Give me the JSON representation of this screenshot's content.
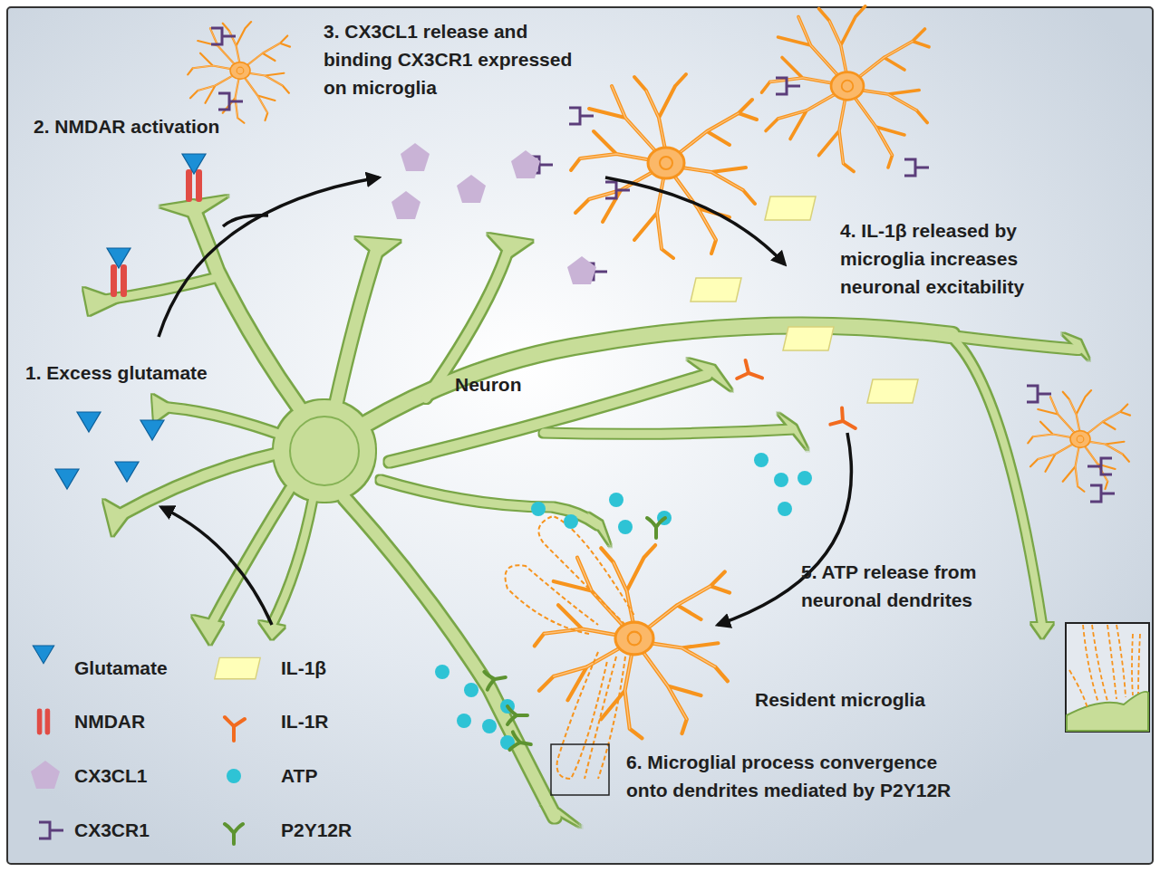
{
  "diagram": {
    "labels": [
      "1. Excess glutamate",
      "2. NMDAR activation",
      "3. CX3CL1 release and binding CX3CR1 expressed on microglia",
      "4. IL-1β released by microglia increases neuronal excitability",
      "5. ATP release from neuronal dendrites",
      "6. Microglial process convergence onto dendrites mediated by P2Y12R",
      "Neuron",
      "Resident microglia"
    ],
    "legend": [
      {
        "text": "Glutamate"
      },
      {
        "text": "NMDAR"
      },
      {
        "text": "CX3CL1"
      },
      {
        "text": "CX3CR1"
      },
      {
        "text": "IL-1β"
      },
      {
        "text": "IL-1R"
      },
      {
        "text": "ATP"
      },
      {
        "text": "P2Y12R"
      }
    ]
  }
}
